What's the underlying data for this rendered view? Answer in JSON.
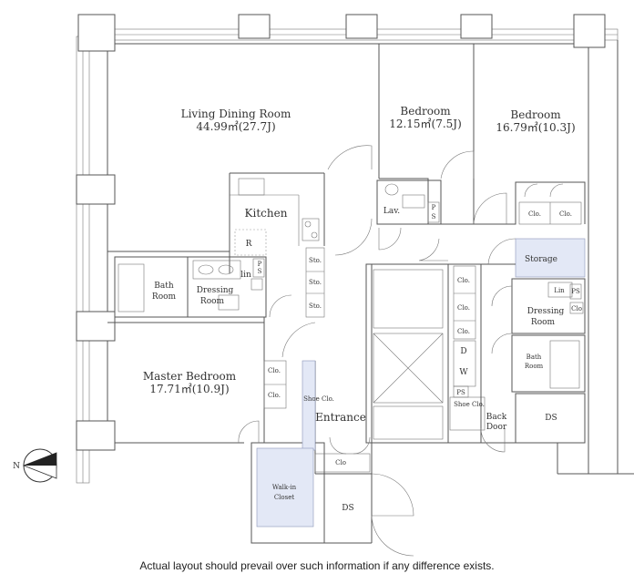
{
  "rooms": {
    "ldk_name": "Living Dining Room",
    "ldk_area": "44.99㎡(27.7J)",
    "bed1_name": "Bedroom",
    "bed1_area": "12.15㎡(7.5J)",
    "bed2_name": "Bedroom",
    "bed2_area": "16.79㎡(10.3J)",
    "master_name": "Master Bedroom",
    "master_area": "17.71㎡(10.9J)",
    "kitchen": "Kitchen",
    "fridge": "R",
    "lav": "Lav.",
    "ps": "P\nS",
    "ps_label": "PS",
    "bath1_line1": "Bath",
    "bath1_line2": "Room",
    "dressing1_line1": "Dressing",
    "dressing1_line2": "Room",
    "lin": "lin",
    "lin2": "Lin",
    "sto": "Sto.",
    "storage": "Storage",
    "clo": "Clo.",
    "clo_plain": "Clo",
    "dressing2_line1": "Dressing",
    "dressing2_line2": "Room",
    "bath2_line1": "Bath",
    "bath2_line2": "Room",
    "d": "D",
    "w": "W",
    "shoe_clo": "Shoe Clo.",
    "back_door_line1": "Back",
    "back_door_line2": "Door",
    "ds": "DS",
    "entrance": "Entrance",
    "walkin_line1": "Walk-in",
    "walkin_line2": "Closet"
  },
  "compass": {
    "north": "N"
  },
  "disclaimer": "Actual layout should prevail over such information if any difference exists.",
  "colors": {
    "closet_fill": "#e3e8f6",
    "wall": "#555555"
  }
}
